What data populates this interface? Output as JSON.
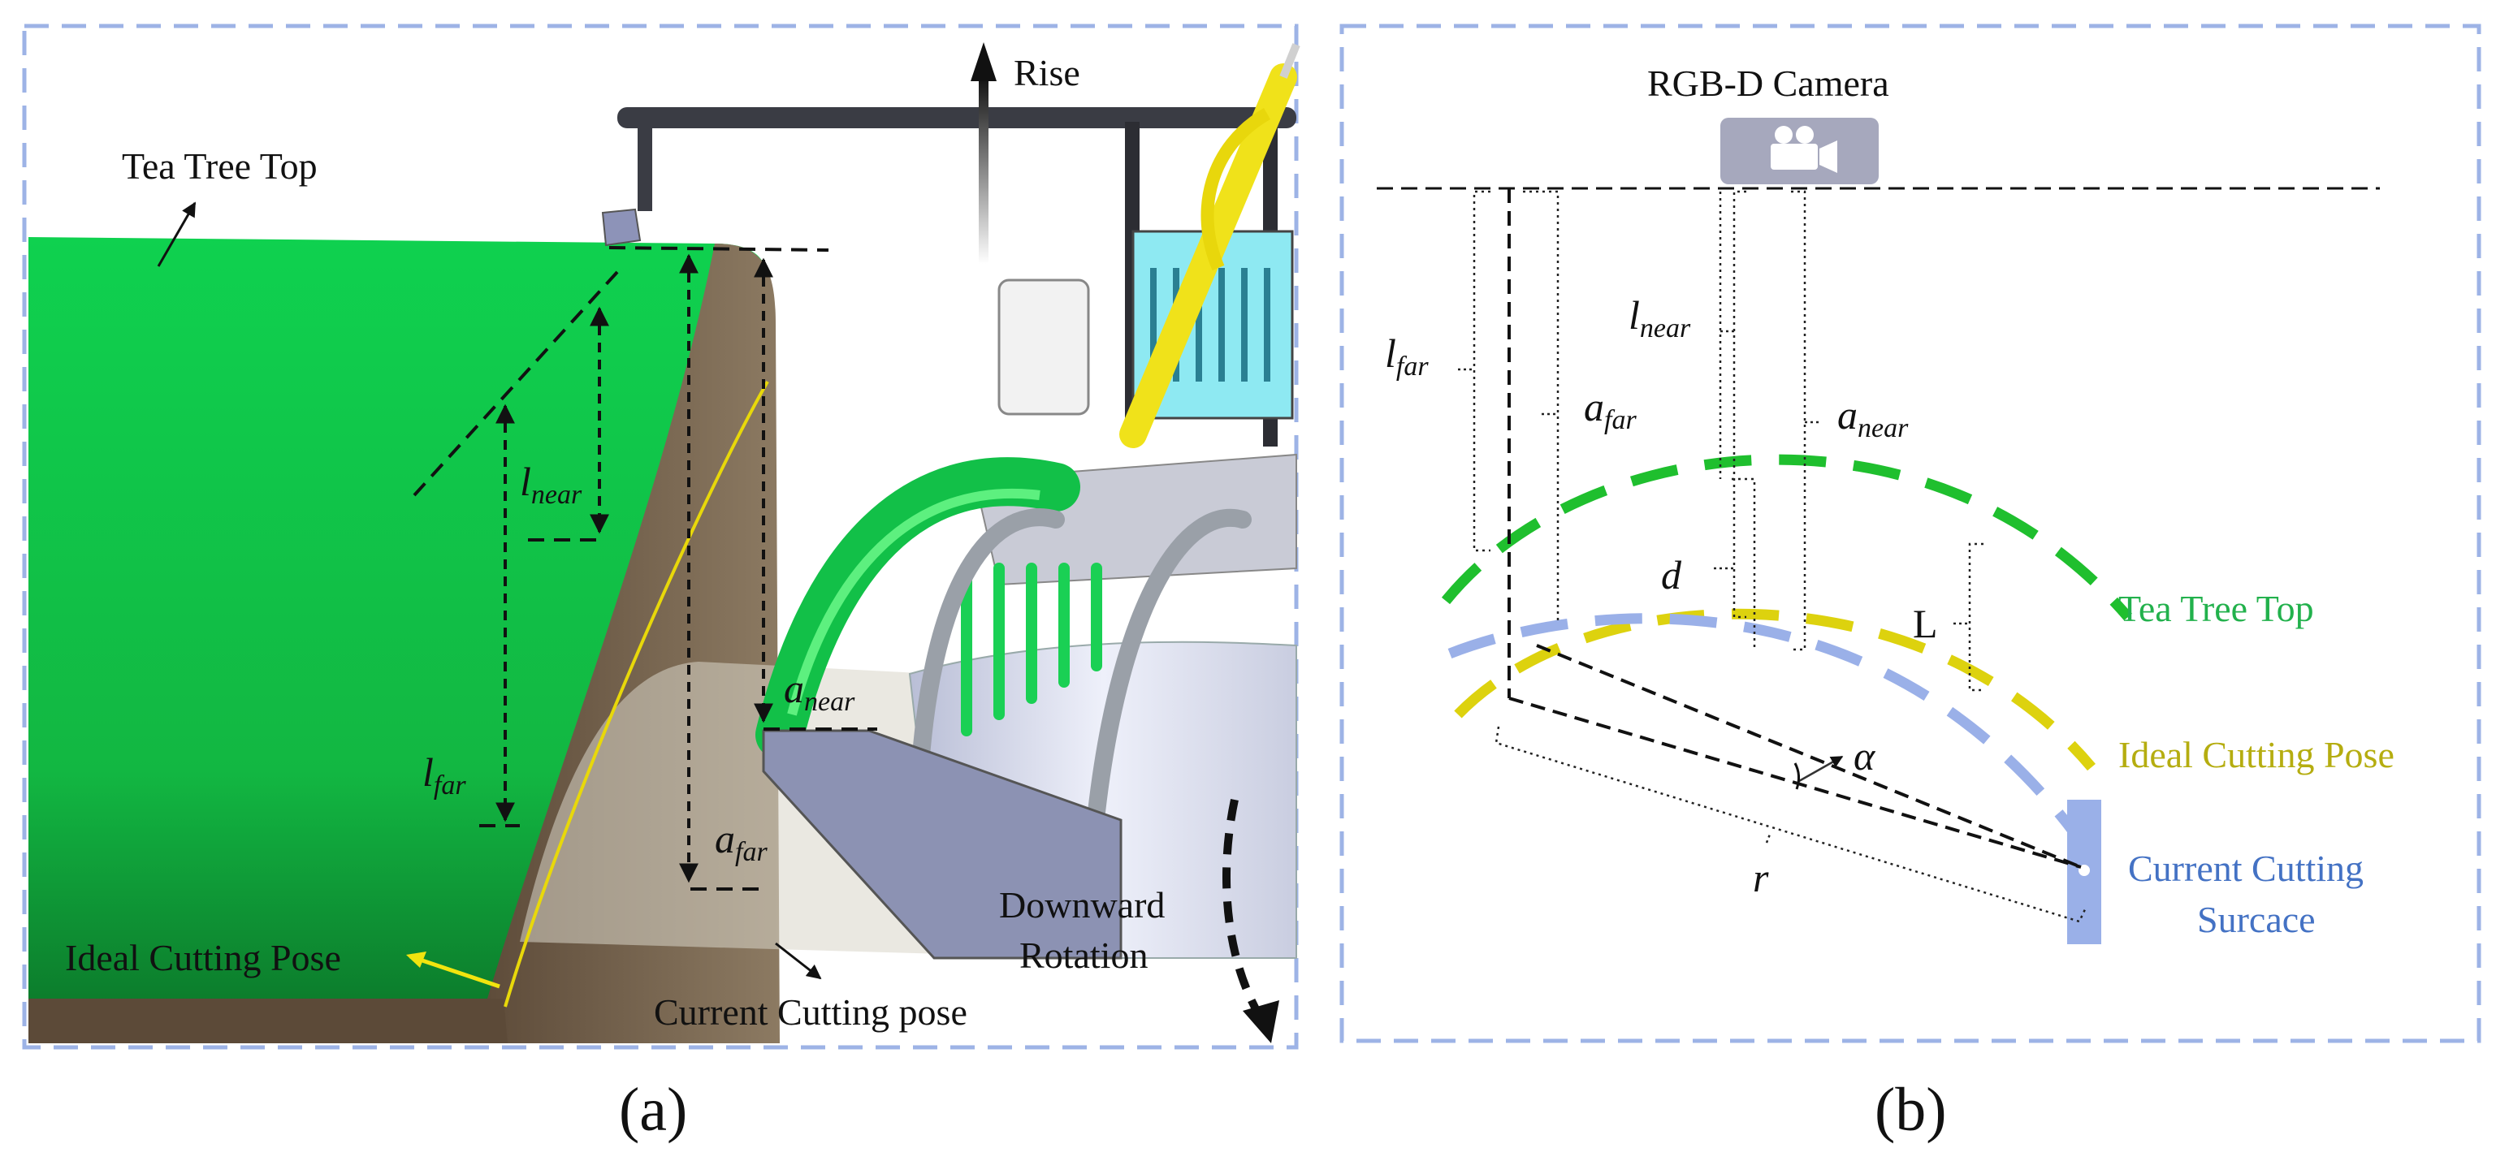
{
  "panel_a": {
    "caption": "(a)",
    "labels": {
      "rise": "Rise",
      "tea_tree_top": "Tea Tree Top",
      "ideal_cutting_pose": "Ideal Cutting Pose",
      "current_cutting_pose": "Current Cutting pose",
      "downward": "Downward",
      "rotation": "Rotation"
    },
    "math": {
      "l_near": {
        "base": "l",
        "sub": "near"
      },
      "l_far": {
        "base": "l",
        "sub": "far"
      },
      "a_near": {
        "base": "a",
        "sub": "near"
      },
      "a_far": {
        "base": "a",
        "sub": "far"
      }
    }
  },
  "panel_b": {
    "caption": "(b)",
    "labels": {
      "camera": "RGB-D Camera",
      "tea_tree_top": "Tea Tree Top",
      "ideal_cutting_pose": "Ideal Cutting Pose",
      "current_cutting_line1": "Current Cutting",
      "current_cutting_line2": "Surcace"
    },
    "math": {
      "l_far": {
        "base": "l",
        "sub": "far"
      },
      "l_near": {
        "base": "l",
        "sub": "near"
      },
      "a_far": {
        "base": "a",
        "sub": "far"
      },
      "a_near": {
        "base": "a",
        "sub": "near"
      },
      "d": "d",
      "L": "L",
      "alpha": "α",
      "r": "r"
    }
  },
  "colors": {
    "panel_border": "#9db3e6",
    "tea_green": "#1ec24a",
    "soil_brown": "#6b5a45",
    "ideal_yellow": "#e8d80a",
    "arc_green": "#1fbf2e",
    "arc_yellow": "#ddd20e",
    "arc_blue": "#9ab0e8",
    "label_green": "#22b14c",
    "label_yellow": "#b5ad10",
    "label_blue": "#4472c4",
    "camera_gray": "#a6a8bd"
  }
}
